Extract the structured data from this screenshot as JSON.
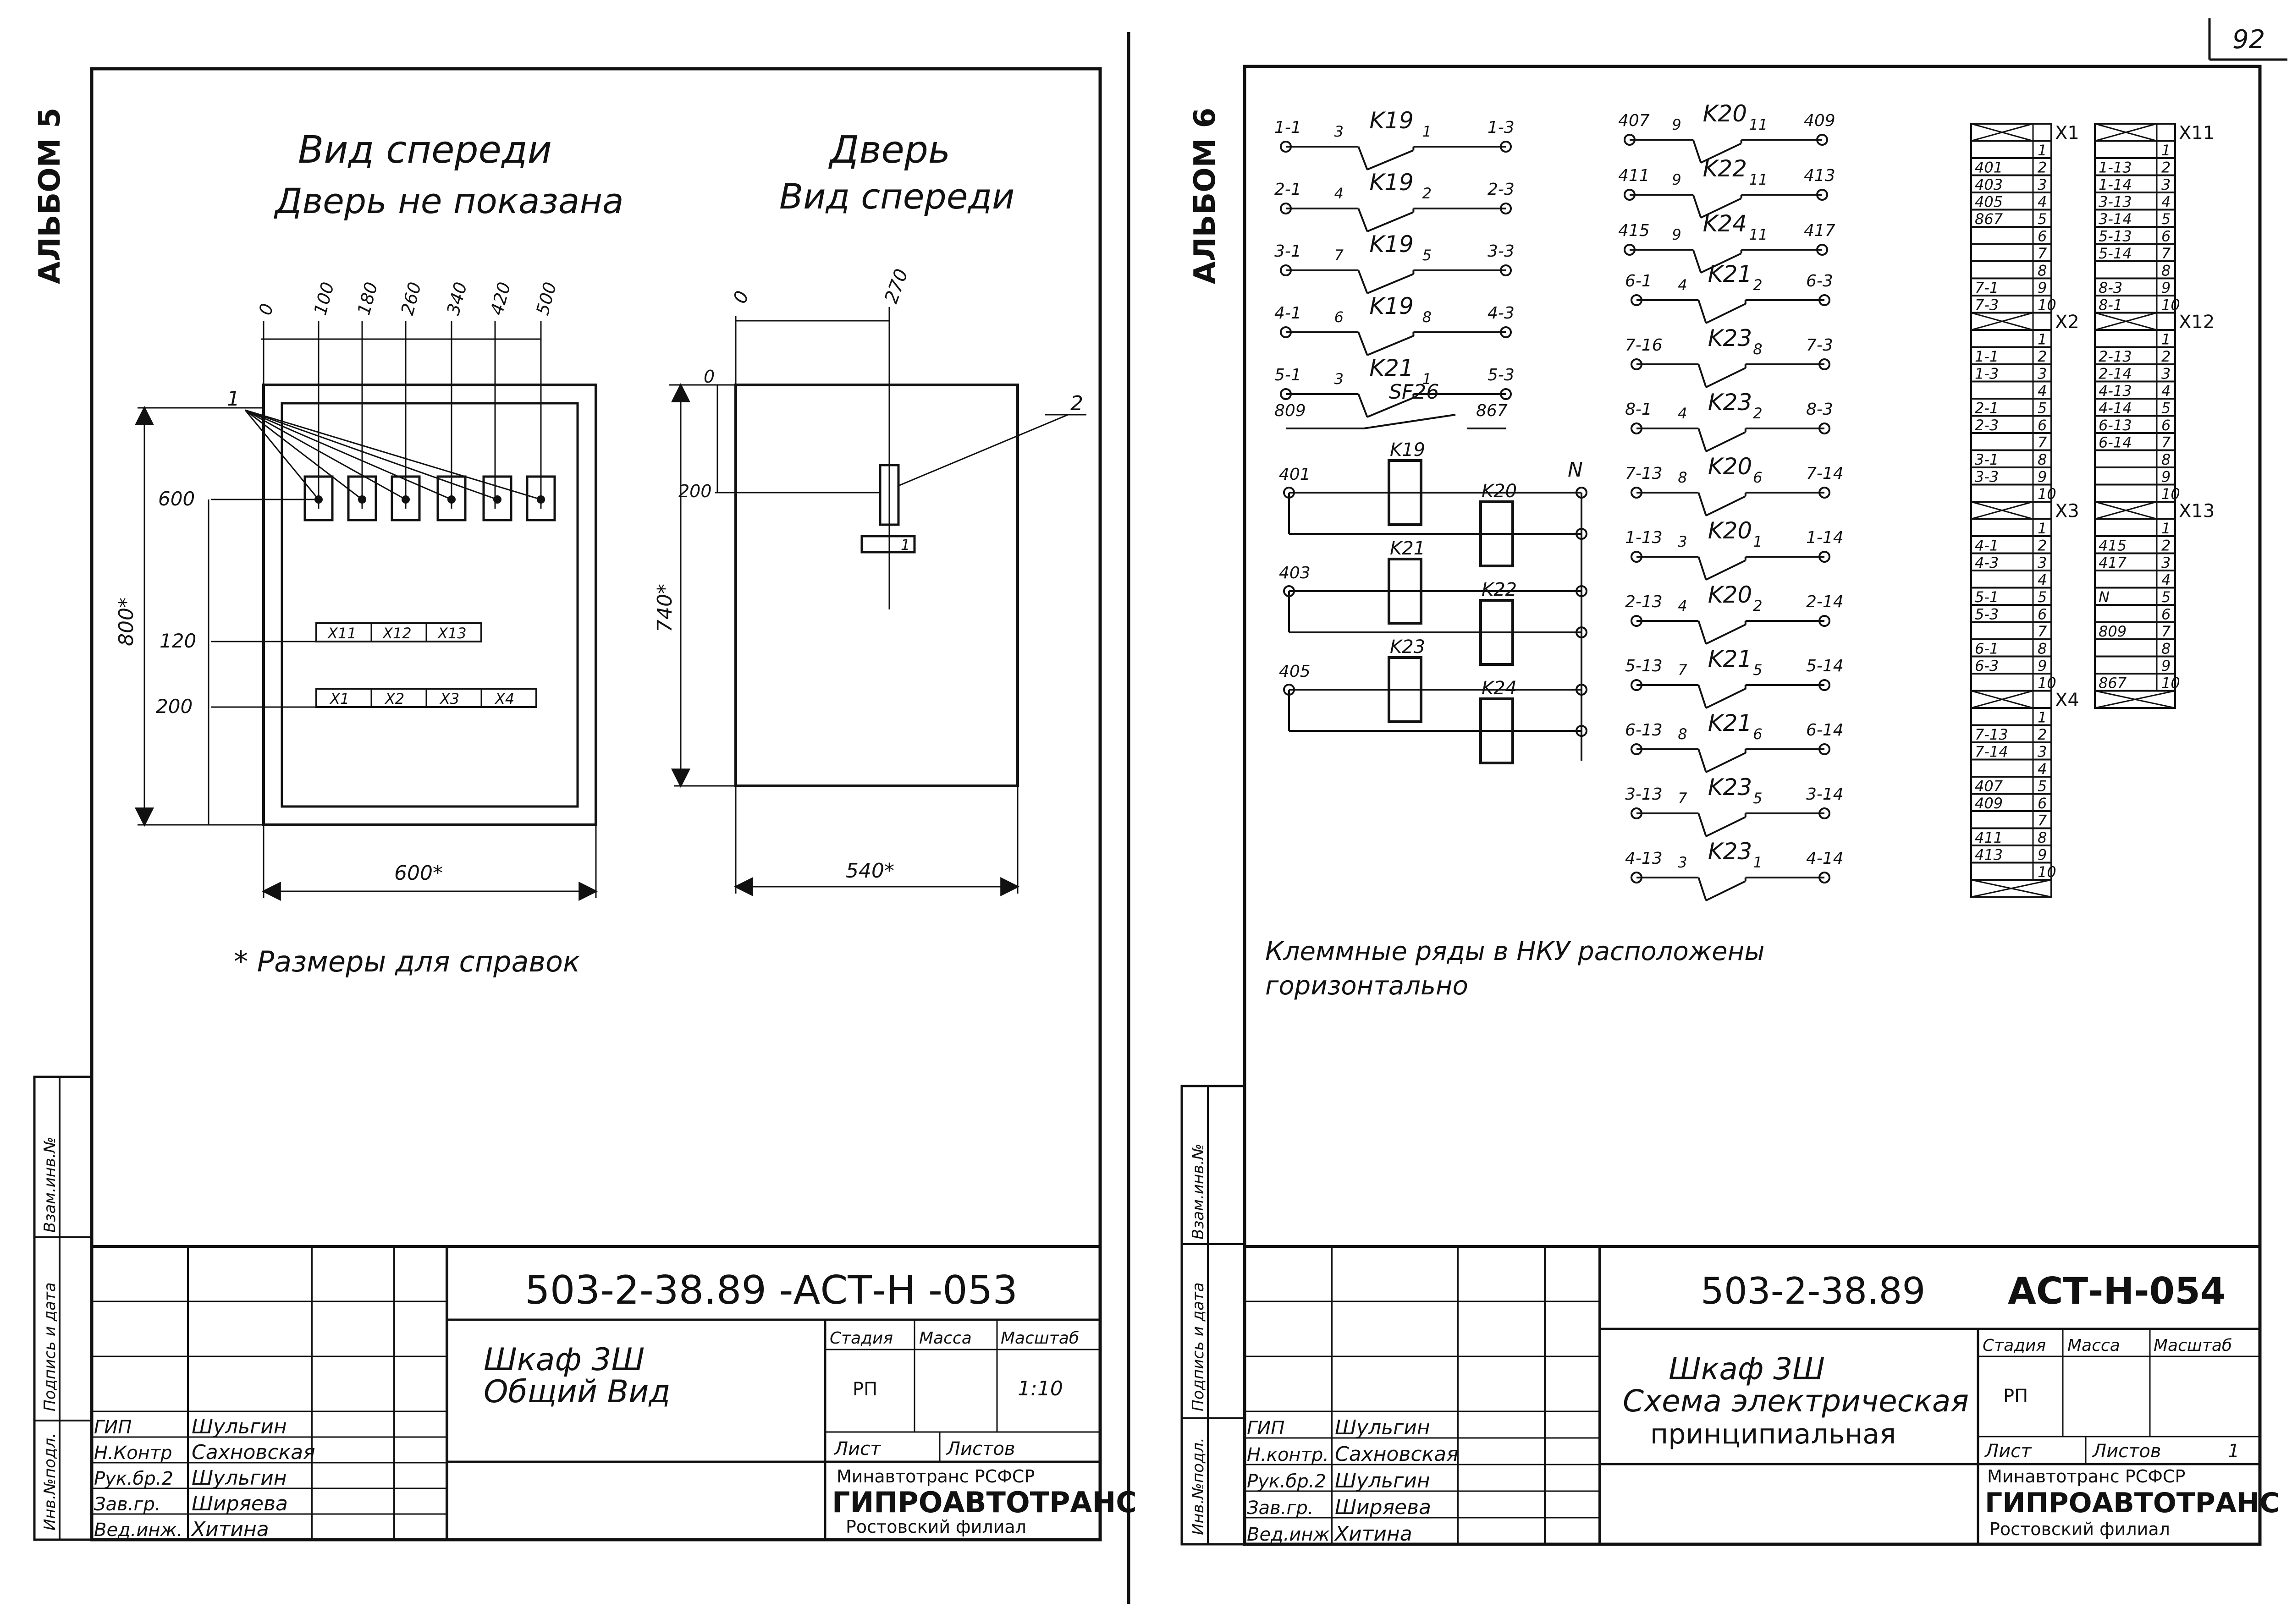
{
  "page_number": "92",
  "left_sheet": {
    "album": "АЛЬБОМ 5",
    "front_view_title": "Вид спереди",
    "front_view_subtitle": "Дверь не показана",
    "door_title": "Дверь",
    "door_subtitle": "Вид спереди",
    "top_dims": [
      "0",
      "100",
      "180",
      "260",
      "340",
      "420",
      "500"
    ],
    "door_top_dims": [
      "0",
      "270"
    ],
    "left_dims": [
      "600",
      "120",
      "200"
    ],
    "height_dim": "800*",
    "width_dim": "600*",
    "door_left_dims": [
      "0",
      "200"
    ],
    "door_height_dim": "740*",
    "door_width_dim": "540*",
    "callout_1": "1",
    "callout_2": "2",
    "door_part_label": "1",
    "terminal_rows_upper": [
      "X11",
      "X12",
      "X13"
    ],
    "terminal_rows_lower": [
      "X1",
      "X2",
      "X3",
      "X4"
    ],
    "footnote": "* Размеры для справок",
    "side_stamp": [
      "Инв.№подл.",
      "Подпись и дата",
      "Взам.инв.№"
    ],
    "stamp": {
      "doc_code": "503-2-38.89 -АСТ-Н -053",
      "title_line1": "Шкаф 3Ш",
      "title_line2": "Общий Вид",
      "stage_h": "Стадия",
      "mass_h": "Масса",
      "scale_h": "Масштаб",
      "stage": "РП",
      "scale": "1:10",
      "sheet_h": "Лист",
      "sheets_h": "Листов",
      "org1": "Минавтотранс РСФСР",
      "org2": "ГИПРОАВТОТРАНС",
      "org3": "Ростовский филиал",
      "roles": [
        "ГИП",
        "Н.Контр",
        "Рук.бр.2",
        "Зав.гр.",
        "Вед.инж."
      ],
      "names": [
        "Шульгин",
        "Сахновская",
        "Шульгин",
        "Ширяева",
        "Хитина"
      ]
    }
  },
  "right_sheet": {
    "album": "АЛЬБОМ 6",
    "note_line1": "Клеммные ряды в НКУ расположены",
    "note_line2": "горизонтально",
    "contacts_left": [
      {
        "l": "1-1",
        "n1": "3",
        "k": "K19",
        "n2": "1",
        "r": "1-3"
      },
      {
        "l": "2-1",
        "n1": "4",
        "k": "K19",
        "n2": "2",
        "r": "2-3"
      },
      {
        "l": "3-1",
        "n1": "7",
        "k": "K19",
        "n2": "5",
        "r": "3-3"
      },
      {
        "l": "4-1",
        "n1": "6",
        "k": "K19",
        "n2": "8",
        "r": "4-3"
      },
      {
        "l": "5-1",
        "n1": "3",
        "k": "K21",
        "n2": "1",
        "r": "5-3"
      }
    ],
    "sf": {
      "l": "809",
      "k": "SF26",
      "r": "867"
    },
    "coils": [
      {
        "wire": "401",
        "k1": "K19",
        "k2": "K20"
      },
      {
        "wire": "403",
        "k1": "K21",
        "k2": "K22"
      },
      {
        "wire": "405",
        "k1": "K23",
        "k2": "K24"
      }
    ],
    "neutral": "N",
    "contacts_right_top": [
      {
        "l": "407",
        "n1": "9",
        "k": "K20",
        "n2": "11",
        "r": "409"
      },
      {
        "l": "411",
        "n1": "9",
        "k": "K22",
        "n2": "11",
        "r": "413"
      },
      {
        "l": "415",
        "n1": "9",
        "k": "K24",
        "n2": "11",
        "r": "417"
      }
    ],
    "contacts_right": [
      {
        "l": "6-1",
        "n1": "4",
        "k": "K21",
        "n2": "2",
        "r": "6-3"
      },
      {
        "l": "7-16",
        "n1": "",
        "k": "K23",
        "n2": "8",
        "r": "7-3"
      },
      {
        "l": "8-1",
        "n1": "4",
        "k": "K23",
        "n2": "2",
        "r": "8-3"
      },
      {
        "l": "7-13",
        "n1": "8",
        "k": "K20",
        "n2": "6",
        "r": "7-14"
      },
      {
        "l": "1-13",
        "n1": "3",
        "k": "K20",
        "n2": "1",
        "r": "1-14"
      },
      {
        "l": "2-13",
        "n1": "4",
        "k": "K20",
        "n2": "2",
        "r": "2-14"
      },
      {
        "l": "5-13",
        "n1": "7",
        "k": "K21",
        "n2": "5",
        "r": "5-14"
      },
      {
        "l": "6-13",
        "n1": "8",
        "k": "K21",
        "n2": "6",
        "r": "6-14"
      },
      {
        "l": "3-13",
        "n1": "7",
        "k": "K23",
        "n2": "5",
        "r": "3-14"
      },
      {
        "l": "4-13",
        "n1": "3",
        "k": "K23",
        "n2": "1",
        "r": "4-14"
      }
    ],
    "block1": [
      {
        "lbl": "X1",
        "rows": [
          "",
          "401",
          "403",
          "405",
          "867",
          "",
          "",
          "",
          "7-1",
          "7-3"
        ]
      },
      {
        "lbl": "X2",
        "rows": [
          "",
          "1-1",
          "1-3",
          "",
          "2-1",
          "2-3",
          "",
          "3-1",
          "3-3",
          ""
        ]
      },
      {
        "lbl": "X3",
        "rows": [
          "",
          "4-1",
          "4-3",
          "",
          "5-1",
          "5-3",
          "",
          "6-1",
          "6-3",
          ""
        ]
      },
      {
        "lbl": "X4",
        "rows": [
          "",
          "7-13",
          "7-14",
          "",
          "407",
          "409",
          "",
          "411",
          "413",
          ""
        ]
      }
    ],
    "block2": [
      {
        "lbl": "X11",
        "rows": [
          "",
          "1-13",
          "1-14",
          "3-13",
          "3-14",
          "5-13",
          "5-14",
          "",
          "8-3",
          "8-1"
        ]
      },
      {
        "lbl": "X12",
        "rows": [
          "",
          "2-13",
          "2-14",
          "4-13",
          "4-14",
          "6-13",
          "6-14",
          "",
          "",
          ""
        ]
      },
      {
        "lbl": "X13",
        "rows": [
          "",
          "415",
          "417",
          "",
          "N",
          "",
          "809",
          "",
          "",
          "867"
        ]
      }
    ],
    "side_stamp": [
      "Инв.№подл.",
      "Подпись и дата",
      "Взам.инв.№"
    ],
    "stamp": {
      "doc_code": "503-2-38.89",
      "doc_code2": "АСТ-Н-054",
      "title_line1": "Шкаф 3Ш",
      "title_line2": "Схема электрическая",
      "title_line3": "принципиальная",
      "stage_h": "Стадия",
      "mass_h": "Масса",
      "scale_h": "Масштаб",
      "stage": "РП",
      "sheet_h": "Лист",
      "sheets_h": "Листов",
      "sheets": "1",
      "org1": "Минавтотранс РСФСР",
      "org2": "ГИПРОАВТОТРАНС",
      "org3": "Ростовский филиал",
      "roles": [
        "ГИП",
        "Н.контр.",
        "Рук.бр.2",
        "Зав.гр.",
        "Вед.инж"
      ],
      "names": [
        "Шульгин",
        "Сахновская",
        "Шульгин",
        "Ширяева",
        "Хитина"
      ]
    }
  }
}
